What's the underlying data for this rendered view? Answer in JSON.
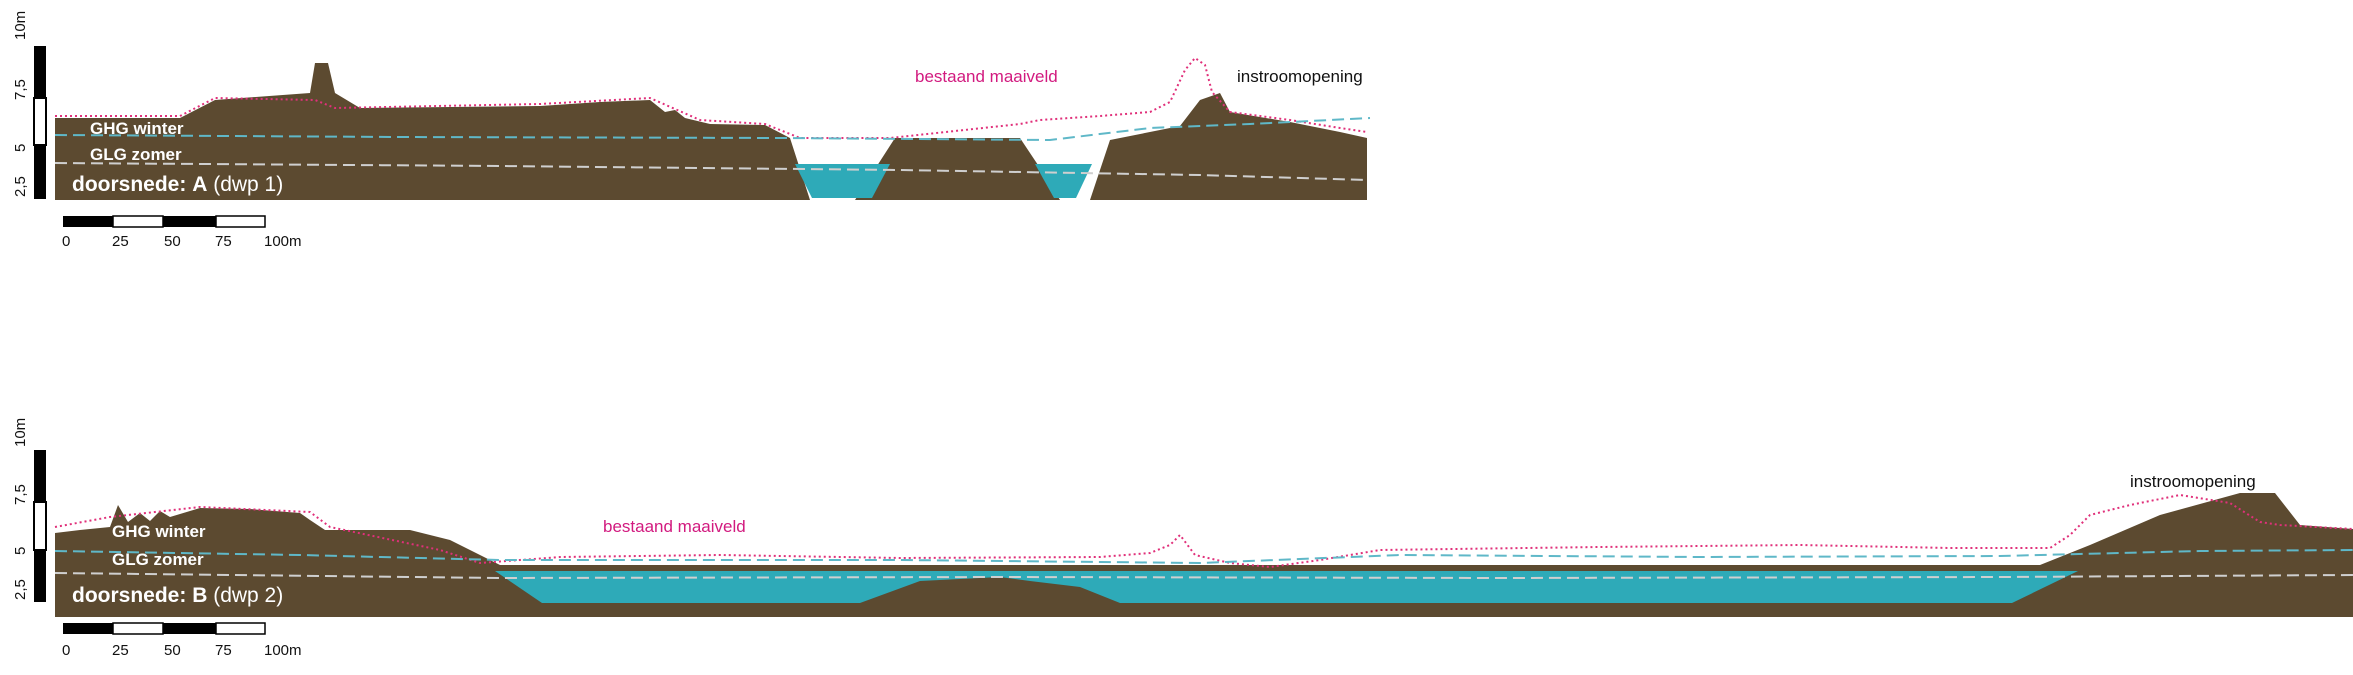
{
  "colors": {
    "ground": "#5c4a30",
    "water": "#2eaab8",
    "existing_surface_line": "#e0307a",
    "ghg_line": "#5fb8c8",
    "glg_line": "#cfcfcf"
  },
  "vertical_scale": {
    "unit_label": "10m",
    "ticks": [
      "2,5",
      "5",
      "7,5",
      "10m"
    ]
  },
  "horizontal_scale": {
    "ticks": [
      "0",
      "25",
      "50",
      "75",
      "100m"
    ]
  },
  "sections": [
    {
      "id": "A",
      "title_prefix": "doorsnede:",
      "title_letter": "A",
      "title_suffix": "(dwp 1)",
      "ghg_label": "GHG winter",
      "glg_label": "GLG zomer",
      "existing_label": "bestaand maaiveld",
      "inflow_label": "instroomopening"
    },
    {
      "id": "B",
      "title_prefix": "doorsnede:",
      "title_letter": "B",
      "title_suffix": "(dwp 2)",
      "ghg_label": "GHG winter",
      "glg_label": "GLG zomer",
      "existing_label": "bestaand maaiveld",
      "inflow_label": "instroomopening"
    }
  ]
}
